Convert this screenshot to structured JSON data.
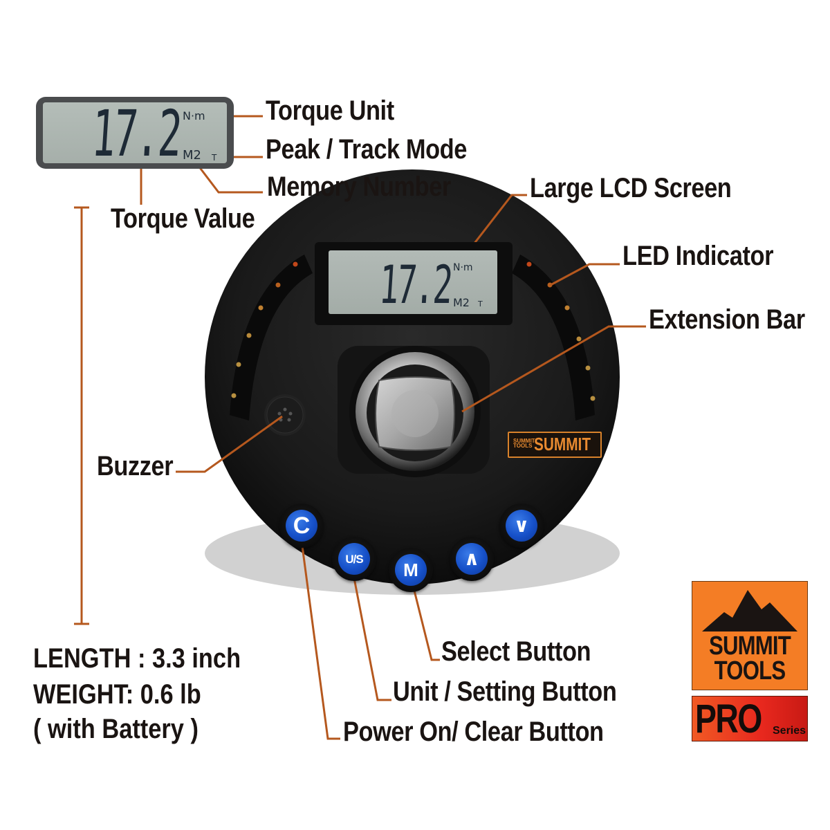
{
  "callouts": {
    "torque_unit": "Torque Unit",
    "peak_track_mode": "Peak / Track Mode",
    "memory_number": "Memory Number",
    "torque_value": "Torque Value",
    "large_lcd_screen": "Large LCD Screen",
    "led_indicator": "LED Indicator",
    "extension_bar": "Extension Bar",
    "buzzer": "Buzzer",
    "select_button": "Select Button",
    "unit_setting_button": "Unit / Setting Button",
    "power_clear_button": "Power On/ Clear Button"
  },
  "display": {
    "value": "17.2",
    "unit": "N·m",
    "memory": "M2",
    "mode": "T"
  },
  "buttons": {
    "clear": "C",
    "unit_setting": "U/S",
    "select": "M",
    "up": "∧",
    "down": "∨"
  },
  "specs": {
    "length": "LENGTH : 3.3 inch",
    "weight": "WEIGHT: 0.6 lb",
    "battery_note": "( with Battery )"
  },
  "brand": {
    "badge_small": "SUMMIT TOOLS",
    "badge_main": "SUMMIT",
    "logo_line1": "SUMMIT",
    "logo_line2": "TOOLS",
    "pro": "PRO",
    "series": "Series"
  },
  "colors": {
    "leader_line": "#b5581e",
    "button_blue": "#1650c8",
    "body_black": "#1a1a1a",
    "lcd_glass": "#aab3ae",
    "logo_orange": "#f47d25"
  }
}
